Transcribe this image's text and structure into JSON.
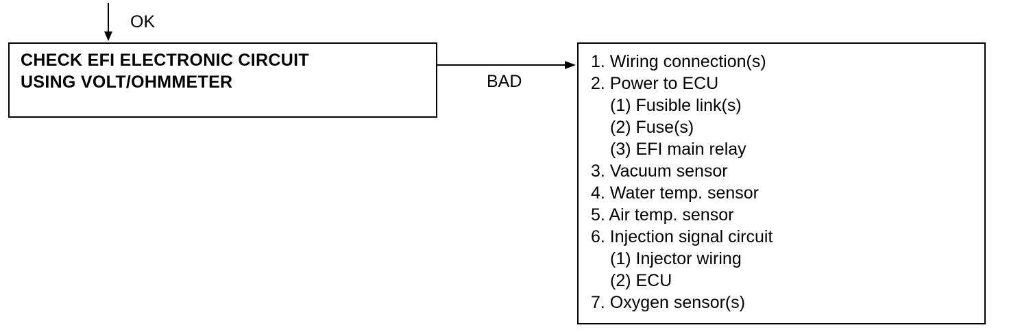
{
  "flow": {
    "ok_label": "OK",
    "bad_label": "BAD"
  },
  "check_box": {
    "line1": "CHECK EFI ELECTRONIC CIRCUIT",
    "line2": "USING VOLT/OHMMETER"
  },
  "causes": [
    {
      "text": "1. Wiring connection(s)",
      "level": 0
    },
    {
      "text": "2. Power to ECU",
      "level": 0
    },
    {
      "text": "(1) Fusible link(s)",
      "level": 1
    },
    {
      "text": "(2) Fuse(s)",
      "level": 1
    },
    {
      "text": "(3) EFI main relay",
      "level": 1
    },
    {
      "text": "3. Vacuum sensor",
      "level": 0
    },
    {
      "text": "4. Water temp. sensor",
      "level": 0
    },
    {
      "text": "5. Air temp. sensor",
      "level": 0
    },
    {
      "text": "6. Injection signal circuit",
      "level": 0
    },
    {
      "text": "(1) Injector wiring",
      "level": 1
    },
    {
      "text": "(2) ECU",
      "level": 1
    },
    {
      "text": "7. Oxygen sensor(s)",
      "level": 0
    }
  ]
}
